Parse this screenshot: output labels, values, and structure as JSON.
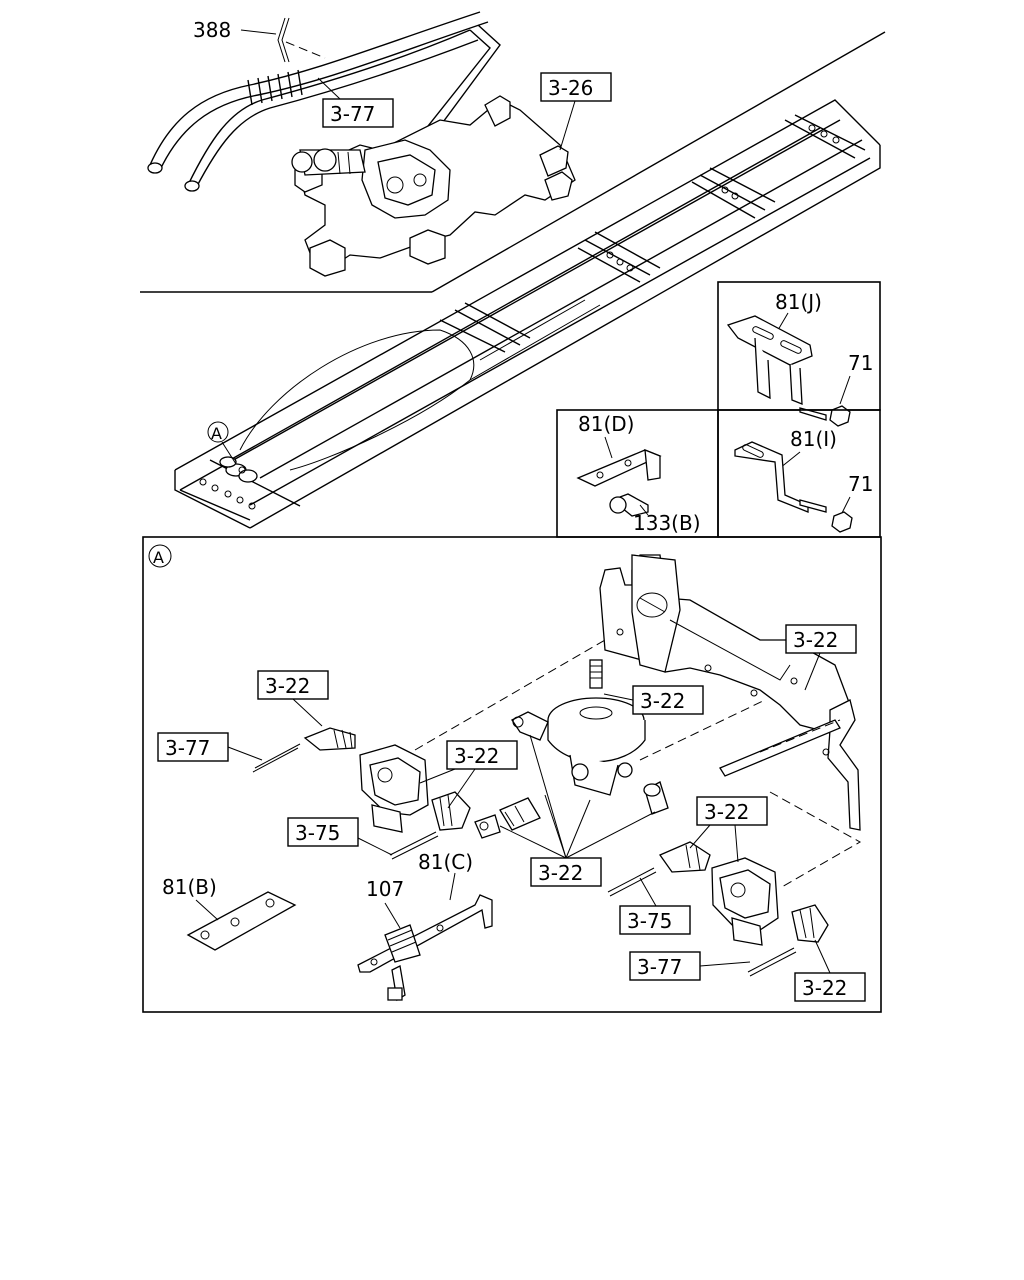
{
  "callouts": {
    "c388": "388",
    "c377_top": "3-77",
    "c326": "3-26",
    "cA_main": "A",
    "c81J": "81(J)",
    "c71_a": "71",
    "c81D": "81(D)",
    "c133B": "133(B)",
    "c81I": "81(I)",
    "c71_b": "71",
    "cA_detail": "A",
    "c322_a": "3-22",
    "c322_b": "3-22",
    "c322_c": "3-22",
    "c322_d": "3-22",
    "c322_e": "3-22",
    "c322_f": "3-22",
    "c322_g": "3-22",
    "c377_left": "3-77",
    "c375_left": "3-75",
    "c81C": "81(C)",
    "c107": "107",
    "c81B": "81(B)",
    "c375_right": "3-75",
    "c377_bottom": "3-77"
  }
}
